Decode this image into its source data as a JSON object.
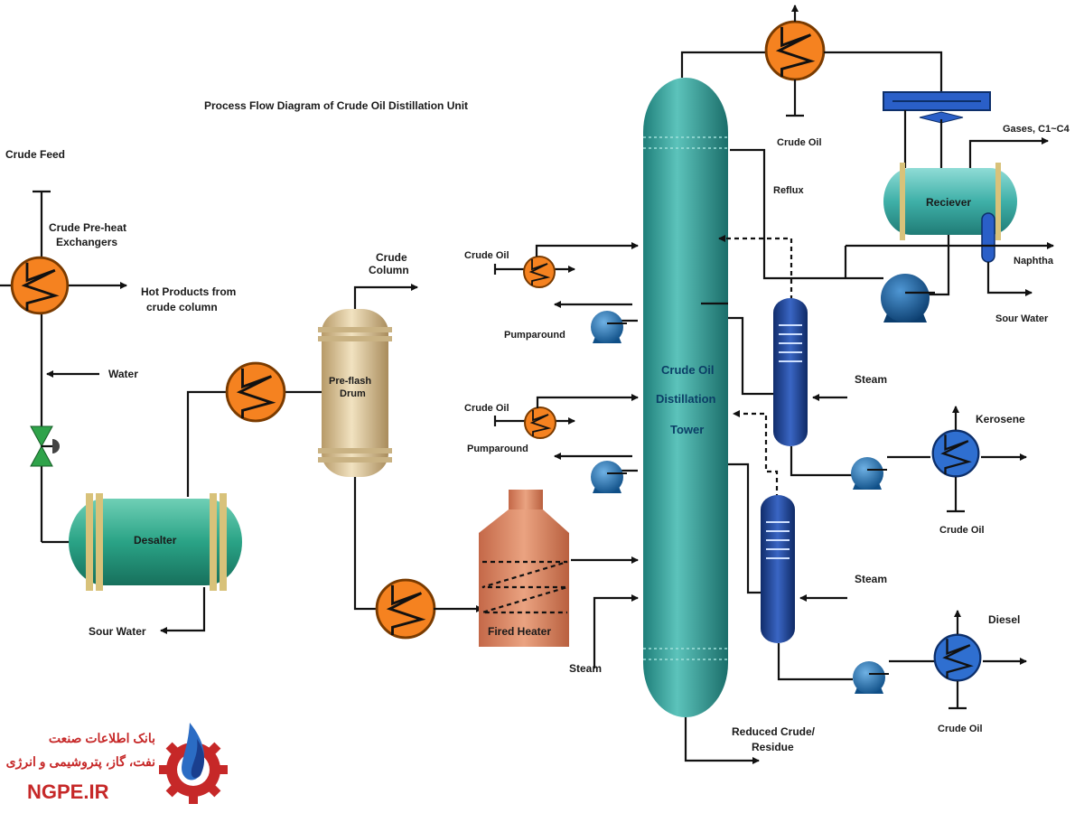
{
  "title": "Process Flow Diagram of Crude Oil Distillation Unit",
  "labels": {
    "crude_feed": "Crude Feed",
    "preheat_1": "Crude Pre-heat",
    "preheat_2": "Exchangers",
    "hot_products_1": "Hot Products from",
    "hot_products_2": "crude column",
    "water": "Water",
    "desalter": "Desalter",
    "sour_water_left": "Sour Water",
    "crude_column_1": "Crude",
    "crude_column_2": "Column",
    "preflash_1": "Pre-flash",
    "preflash_2": "Drum",
    "crude_oil_pa1": "Crude Oil",
    "pumparound_1": "Pumparound",
    "crude_oil_pa2": "Crude Oil",
    "pumparound_2": "Pumparound",
    "fired_heater": "Fired Heater",
    "steam_heater": "Steam",
    "tower_1": "Crude Oil",
    "tower_2": "Distillation",
    "tower_3": "Tower",
    "reduced_crude_1": "Reduced Crude/",
    "reduced_crude_2": "Residue",
    "crude_oil_top": "Crude Oil",
    "reflux": "Reflux",
    "receiver": "Reciever",
    "gases": "Gases, C1~C4",
    "naphtha": "Naphtha",
    "sour_water_right": "Sour Water",
    "steam_1": "Steam",
    "kerosene": "Kerosene",
    "crude_oil_kero": "Crude Oil",
    "steam_2": "Steam",
    "diesel": "Diesel",
    "crude_oil_diesel": "Crude Oil"
  },
  "logo": {
    "line1": "بانک اطلاعات صنعت",
    "line2": "نفت، گاز، پتروشیمی و انرژی",
    "brand": "NGPE.IR"
  },
  "colors": {
    "exchanger": "#f58220",
    "tower": "#3aa6a0",
    "desalter": "#2e9e86",
    "drum": "#d9c29a",
    "heater": "#d9825f",
    "pump": "#1f6fb0",
    "stripper": "#1a3f8f",
    "cooler": "#2f6fd0",
    "logo": "#c62828"
  },
  "icons": [
    "heat-exchanger-icon",
    "pump-icon",
    "valve-icon",
    "air-cooler-icon",
    "flame-logo-icon"
  ]
}
